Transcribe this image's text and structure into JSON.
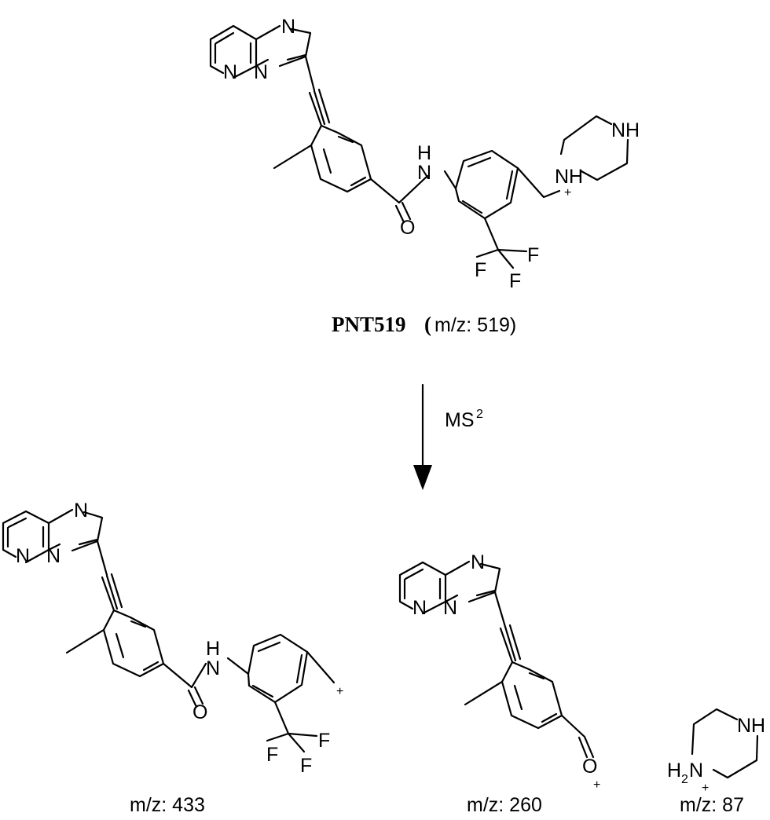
{
  "atoms": {
    "N": "N",
    "NH": "NH",
    "O": "O",
    "F": "F",
    "H": "H",
    "H2": "H",
    "two": "2",
    "plus": "+"
  },
  "precursor": {
    "name": "PNT519",
    "open_paren": "(",
    "mz": "m/z: 519)"
  },
  "reaction": {
    "arrow_label": "MS",
    "arrow_label_sup": "2"
  },
  "fragments": [
    {
      "mz": "m/z: 433"
    },
    {
      "mz": "m/z: 260"
    },
    {
      "mz": "m/z: 87"
    }
  ]
}
